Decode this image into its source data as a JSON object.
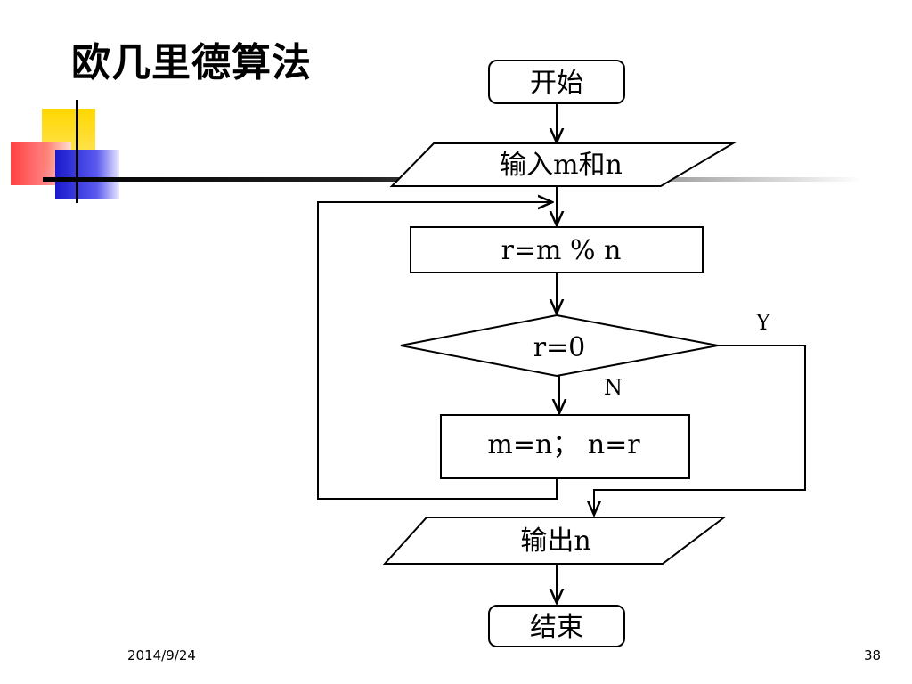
{
  "slide": {
    "title": "欧几里德算法",
    "date": "2014/9/24",
    "page_number": "38"
  },
  "flowchart": {
    "nodes": [
      {
        "id": "start",
        "shape": "terminal",
        "label": "开始"
      },
      {
        "id": "input",
        "shape": "parallelogram",
        "label": "输入m和n"
      },
      {
        "id": "mod",
        "shape": "process",
        "label": "r=m % n"
      },
      {
        "id": "decision",
        "shape": "diamond",
        "label": "r=0"
      },
      {
        "id": "swap",
        "shape": "process",
        "label": "m=n； n=r"
      },
      {
        "id": "output",
        "shape": "parallelogram",
        "label": "输出n"
      },
      {
        "id": "end",
        "shape": "terminal",
        "label": "结束"
      }
    ],
    "edges": [
      {
        "from": "start",
        "to": "input",
        "label": ""
      },
      {
        "from": "input",
        "to": "mod",
        "label": ""
      },
      {
        "from": "mod",
        "to": "decision",
        "label": ""
      },
      {
        "from": "decision",
        "to": "swap",
        "label": "N"
      },
      {
        "from": "decision",
        "to": "output",
        "label": "Y"
      },
      {
        "from": "swap",
        "to": "mod",
        "label": ""
      },
      {
        "from": "output",
        "to": "end",
        "label": ""
      }
    ],
    "branch_yes": "Y",
    "branch_no": "N"
  },
  "colors": {
    "decoration_yellow": "#ffd700",
    "decoration_red": "#ff3030",
    "decoration_blue": "#1a1acc",
    "line": "#000000"
  }
}
